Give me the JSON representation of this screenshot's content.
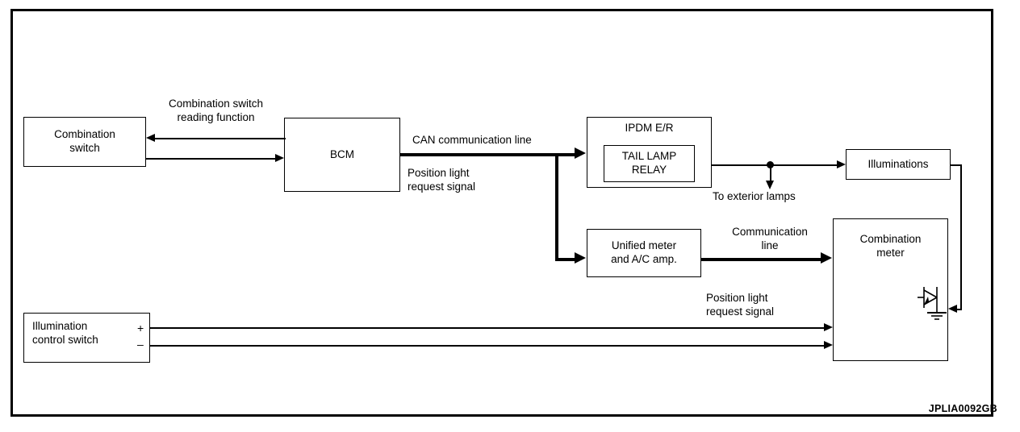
{
  "diagram": {
    "code": "JPLIA0092GB",
    "boxes": {
      "combination_switch": "Combination\nswitch",
      "bcm": "BCM",
      "ipdm_er": "IPDM E/R",
      "tail_lamp_relay": "TAIL LAMP\nRELAY",
      "illuminations": "Illuminations",
      "unified_meter": "Unified meter\nand A/C amp.",
      "combination_meter": "Combination\nmeter",
      "illumination_control_switch": "Illumination\ncontrol switch"
    },
    "labels": {
      "combination_switch_reading": "Combination switch\nreading function",
      "can_communication_line": "CAN communication line",
      "position_light_request_signal_1": "Position light\nrequest signal",
      "to_exterior_lamps": "To exterior lamps",
      "communication_line": "Communication\nline",
      "position_light_request_signal_2": "Position light\nrequest signal",
      "plus_sign": "+",
      "minus_sign": "–"
    }
  }
}
